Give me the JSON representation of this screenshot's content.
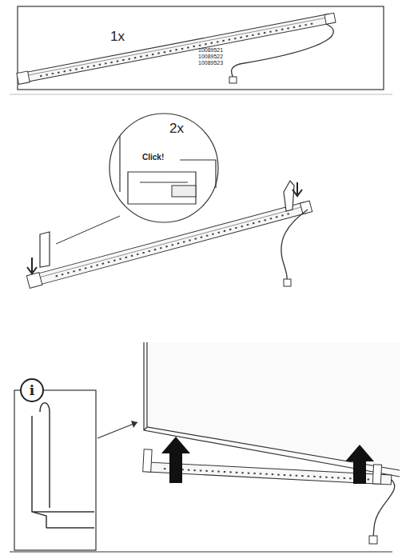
{
  "diagram": {
    "nodes": [
      {
        "text": [
          "i"
        ]
      }
    ],
    "labels": [
      "1x",
      "10089521",
      "10089522",
      "10089523",
      "2x",
      "Click!"
    ]
  }
}
